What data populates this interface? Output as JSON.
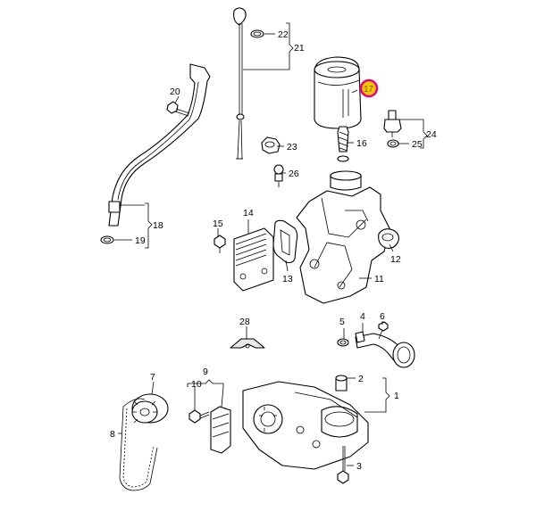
{
  "diagram": {
    "highlight_color": "#e6007e",
    "highlight_fill": "#f5c400",
    "callouts": [
      {
        "id": "c1",
        "label": "1"
      },
      {
        "id": "c2",
        "label": "2"
      },
      {
        "id": "c3",
        "label": "3"
      },
      {
        "id": "c4",
        "label": "4"
      },
      {
        "id": "c5",
        "label": "5"
      },
      {
        "id": "c6",
        "label": "6"
      },
      {
        "id": "c7",
        "label": "7"
      },
      {
        "id": "c8",
        "label": "8"
      },
      {
        "id": "c9",
        "label": "9"
      },
      {
        "id": "c10",
        "label": "10"
      },
      {
        "id": "c11",
        "label": "11"
      },
      {
        "id": "c12",
        "label": "12"
      },
      {
        "id": "c13",
        "label": "13"
      },
      {
        "id": "c14",
        "label": "14"
      },
      {
        "id": "c15",
        "label": "15"
      },
      {
        "id": "c16",
        "label": "16"
      },
      {
        "id": "c17",
        "label": "17"
      },
      {
        "id": "c18",
        "label": "18"
      },
      {
        "id": "c19",
        "label": "19"
      },
      {
        "id": "c20",
        "label": "20"
      },
      {
        "id": "c21",
        "label": "21"
      },
      {
        "id": "c22",
        "label": "22"
      },
      {
        "id": "c23",
        "label": "23"
      },
      {
        "id": "c24",
        "label": "24"
      },
      {
        "id": "c25",
        "label": "25"
      },
      {
        "id": "c26",
        "label": "26"
      },
      {
        "id": "c28",
        "label": "28"
      }
    ]
  }
}
